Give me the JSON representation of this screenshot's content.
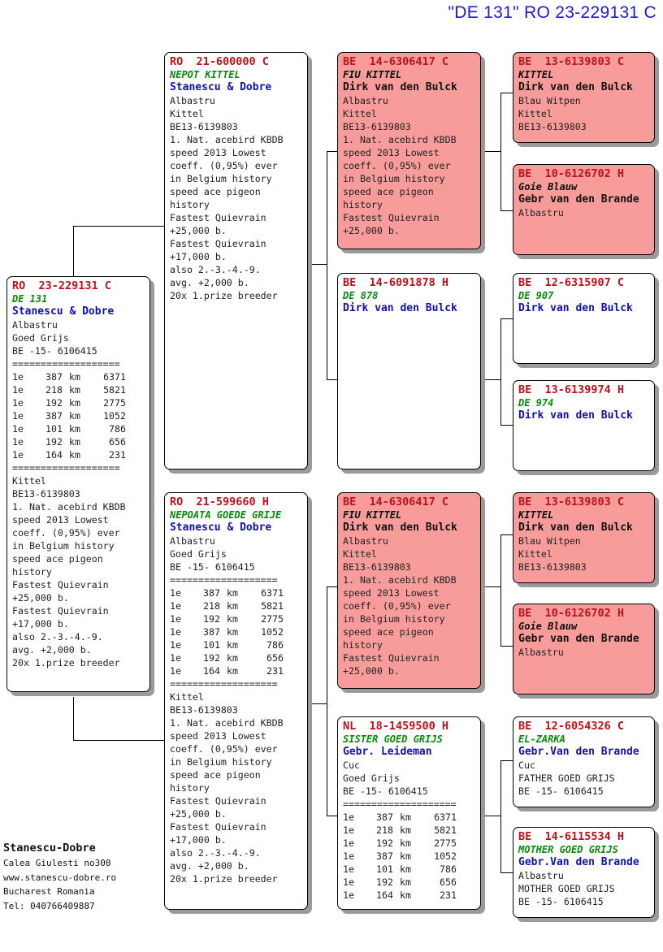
{
  "header": {
    "title": "\"DE 131\"  RO  23-229131 C"
  },
  "footer": {
    "name": "Stanescu-Dobre",
    "lines": [
      "Calea Giulesti no300",
      "www.stanescu-dobre.ro",
      "Bucharest Romania",
      "Tel: 040766409887"
    ]
  },
  "bird": {
    "ring": "RO  23-229131 C",
    "name": "DE 131",
    "owner": "Stanescu & Dobre",
    "info": [
      "Albastru",
      "Goed Grijs",
      "BE -15- 6106415",
      "==================="
    ],
    "results": [
      [
        "1e",
        "387",
        "km",
        "6371"
      ],
      [
        "1e",
        "218",
        "km",
        "5821"
      ],
      [
        "1e",
        "192",
        "km",
        "2775"
      ],
      [
        "1e",
        "387",
        "km",
        "1052"
      ],
      [
        "1e",
        "101",
        "km",
        "786"
      ],
      [
        "1e",
        "192",
        "km",
        "656"
      ],
      [
        "1e",
        "164",
        "km",
        "231"
      ]
    ],
    "info2": [
      "===================",
      "Kittel",
      "BE13-6139803",
      "1. Nat. acebird KBDB",
      "speed 2013 Lowest",
      "coeff. (0,95%) ever",
      "in Belgium history",
      "speed ace pigeon",
      "history",
      "Fastest Quievrain",
      "+25,000 b.",
      "Fastest Quievrain",
      "+17,000 b.",
      "also 2.-3.-4.-9.",
      "avg. +2,000 b.",
      "20x 1.prize breeder"
    ]
  },
  "sire": {
    "ring": "RO  21-600000 C",
    "name": "NEPOT KITTEL",
    "owner": "Stanescu & Dobre",
    "info": [
      "Albastru",
      "Kittel",
      "BE13-6139803",
      "1. Nat. acebird KBDB",
      "speed 2013 Lowest",
      "coeff. (0,95%) ever",
      "in Belgium history",
      "speed ace pigeon",
      "history",
      "Fastest Quievrain",
      "+25,000 b.",
      "Fastest Quievrain",
      "+17,000 b.",
      "also 2.-3.-4.-9.",
      "avg. +2,000 b.",
      "20x 1.prize breeder"
    ]
  },
  "dam": {
    "ring": "RO  21-599660 H",
    "name": "NEPOATA GOEDE GRIJE",
    "owner": "Stanescu & Dobre",
    "info": [
      "Albastru",
      "Goed Grijs",
      "BE -15- 6106415",
      "==================="
    ],
    "results": [
      [
        "1e",
        "387",
        "km",
        "6371"
      ],
      [
        "1e",
        "218",
        "km",
        "5821"
      ],
      [
        "1e",
        "192",
        "km",
        "2775"
      ],
      [
        "1e",
        "387",
        "km",
        "1052"
      ],
      [
        "1e",
        "101",
        "km",
        "786"
      ],
      [
        "1e",
        "192",
        "km",
        "656"
      ],
      [
        "1e",
        "164",
        "km",
        "231"
      ]
    ],
    "info2": [
      "===================",
      "Kittel",
      "BE13-6139803",
      "1. Nat. acebird KBDB",
      "speed 2013 Lowest",
      "coeff. (0,95%) ever",
      "in Belgium history",
      "speed ace pigeon",
      "history",
      "Fastest Quievrain",
      "+25,000 b.",
      "Fastest Quievrain",
      "+17,000 b.",
      "also 2.-3.-4.-9.",
      "avg. +2,000 b.",
      "20x 1.prize breeder"
    ]
  },
  "ss": {
    "ring": "BE  14-6306417 C",
    "name": "FIU KITTEL",
    "owner": "Dirk van den Bulck",
    "info": [
      "Albastru",
      "Kittel",
      "BE13-6139803",
      "1. Nat. acebird KBDB",
      "speed 2013 Lowest",
      "coeff. (0,95%) ever",
      "in Belgium history",
      "speed ace pigeon",
      "history",
      "Fastest Quievrain",
      "+25,000 b."
    ]
  },
  "sd": {
    "ring": "BE  14-6091878 H",
    "name": "DE 878",
    "owner": "Dirk van den Bulck"
  },
  "ds": {
    "ring": "BE  14-6306417 C",
    "name": "FIU KITTEL",
    "owner": "Dirk van den Bulck",
    "info": [
      "Albastru",
      "Kittel",
      "BE13-6139803",
      "1. Nat. acebird KBDB",
      "speed 2013 Lowest",
      "coeff. (0,95%) ever",
      "in Belgium history",
      "speed ace pigeon",
      "history",
      "Fastest Quievrain",
      "+25,000 b."
    ]
  },
  "dd": {
    "ring": "NL  18-1459500 H",
    "name": "SISTER GOED GRIJS",
    "owner": "Gebr. Leideman",
    "info": [
      "Cuc",
      "Goed Grijs",
      "BE -15- 6106415",
      "===================="
    ],
    "results": [
      [
        "1e",
        "387",
        "km",
        "6371"
      ],
      [
        "1e",
        "218",
        "km",
        "5821"
      ],
      [
        "1e",
        "192",
        "km",
        "2775"
      ],
      [
        "1e",
        "387",
        "km",
        "1052"
      ],
      [
        "1e",
        "101",
        "km",
        "786"
      ],
      [
        "1e",
        "192",
        "km",
        "656"
      ],
      [
        "1e",
        "164",
        "km",
        "231"
      ]
    ]
  },
  "sss": {
    "ring": "BE  13-6139803 C",
    "name": "KITTEL",
    "owner": "Dirk van den Bulck",
    "info": [
      "Blau Witpen",
      "Kittel",
      "BE13-6139803"
    ]
  },
  "ssd": {
    "ring": "BE  10-6126702 H",
    "name": "Goie Blauw",
    "owner": "Gebr van den Brande",
    "info": [
      "Albastru"
    ]
  },
  "sds": {
    "ring": "BE  12-6315907 C",
    "name": "DE 907",
    "owner": "Dirk van den Bulck"
  },
  "sdd": {
    "ring": "BE  13-6139974 H",
    "name": "DE 974",
    "owner": "Dirk van den Bulck"
  },
  "dss": {
    "ring": "BE  13-6139803 C",
    "name": "KITTEL",
    "owner": "Dirk van den Bulck",
    "info": [
      "Blau Witpen",
      "Kittel",
      "BE13-6139803"
    ]
  },
  "dsd": {
    "ring": "BE  10-6126702 H",
    "name": "Goie Blauw",
    "owner": "Gebr van den Brande",
    "info": [
      "Albastru"
    ]
  },
  "dds": {
    "ring": "BE  12-6054326 C",
    "name": "EL-ZARKA",
    "owner": "Gebr.Van den Brande",
    "info": [
      "Cuc",
      "FATHER GOED GRIJS",
      "BE -15- 6106415"
    ]
  },
  "ddd": {
    "ring": "BE  14-6115534 H",
    "name": "MOTHER GOED GRIJS",
    "owner": "Gebr.Van den Brande",
    "info": [
      "Albastru",
      "MOTHER GOED GRIJS",
      "BE -15- 6106415"
    ]
  }
}
